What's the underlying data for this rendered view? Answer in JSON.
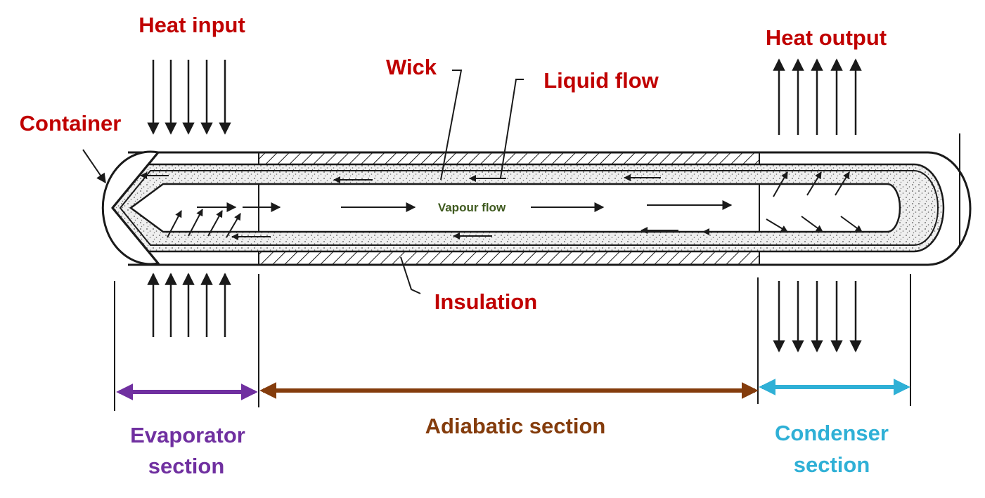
{
  "colors": {
    "label_red": "#c00000",
    "evaporator": "#7030a0",
    "adiabatic": "#843c0c",
    "condenser": "#2fb0d6",
    "vapour": "#3f5a1f",
    "ink": "#1a1a1a",
    "wick_fill": "#e6e6e6"
  },
  "labels": {
    "heat_input": "Heat input",
    "heat_output": "Heat output",
    "container": "Container",
    "wick": "Wick",
    "liquid_flow": "Liquid flow",
    "insulation": "Insulation",
    "vapour_flow": "Vapour flow"
  },
  "sections": {
    "evaporator": [
      "Evaporator",
      "section"
    ],
    "adiabatic": "Adiabatic section",
    "condenser": [
      "Condenser",
      "section"
    ]
  }
}
